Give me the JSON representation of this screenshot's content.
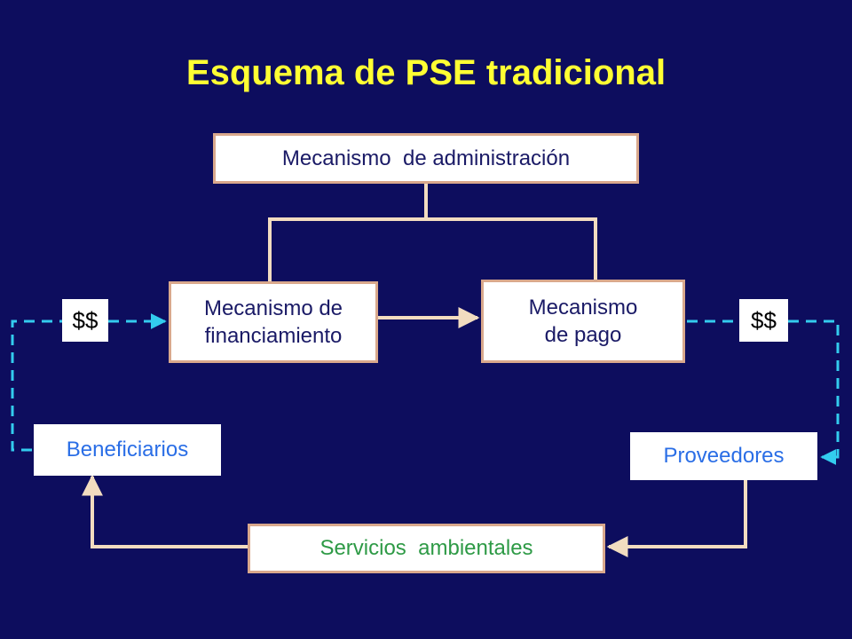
{
  "slide": {
    "title": "Esquema de PSE tradicional"
  },
  "diagram": {
    "nodes": {
      "administracion": "Mecanismo  de administración",
      "financiamiento": "Mecanismo de financiamiento",
      "pago": "Mecanismo de pago",
      "beneficiarios": "Beneficiarios",
      "proveedores": "Proveedores",
      "servicios": "Servicios  ambientales"
    },
    "money_labels": {
      "left": "$$",
      "right": "$$"
    }
  },
  "colors": {
    "background": "#0d0d5e",
    "title": "#ffff33",
    "box_border": "#d9a88c",
    "box_text": "#1a1a66",
    "servicios_text": "#2e9a46",
    "actor_text": "#2a6ee6",
    "dashed_flow": "#33ccee",
    "connector": "#f2dcc0"
  }
}
